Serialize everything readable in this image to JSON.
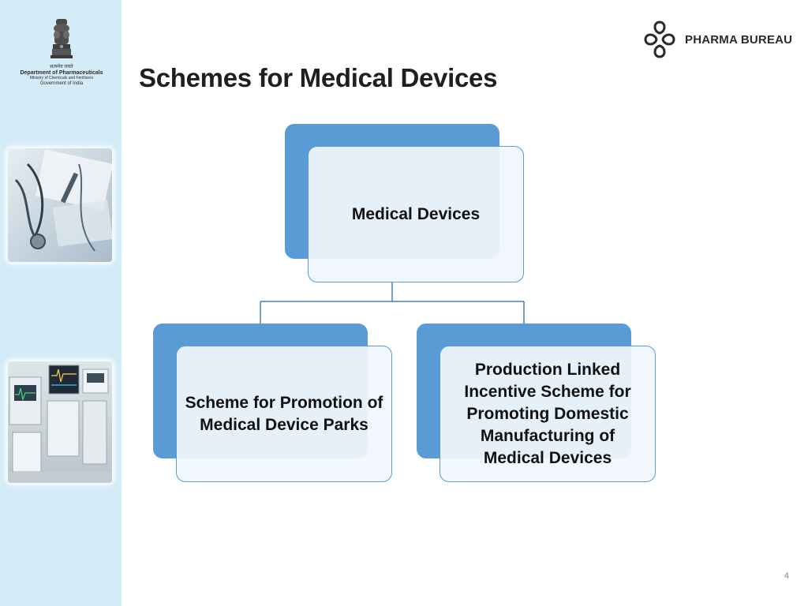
{
  "slide": {
    "title": "Schemes for Medical Devices",
    "page_number": "4"
  },
  "header": {
    "emblem": {
      "hindi_motto": "सत्यमेव जयते",
      "department": "Department of Pharmaceuticals",
      "ministry": "Ministry of Chemicals and Fertilizers",
      "government": "Government of India"
    },
    "brand": {
      "name": "PHARMA BUREAU",
      "icon": "pharma-bureau-logo-icon"
    }
  },
  "sidebar": {
    "images": [
      {
        "name": "stethoscope-photo"
      },
      {
        "name": "medical-monitors-photo"
      }
    ]
  },
  "diagram": {
    "root": {
      "label": "Medical Devices"
    },
    "children": [
      {
        "label": "Scheme for Promotion of Medical Device Parks"
      },
      {
        "label": "Production Linked Incentive Scheme for Promoting Domestic Manufacturing of Medical Devices"
      }
    ]
  },
  "colors": {
    "sidebar_bg": "#d4ecf7",
    "node_accent": "#5b9bd5",
    "node_fill": "#f0f6fc",
    "connector": "#4a7fb0",
    "title_text": "#1f1f1f"
  }
}
